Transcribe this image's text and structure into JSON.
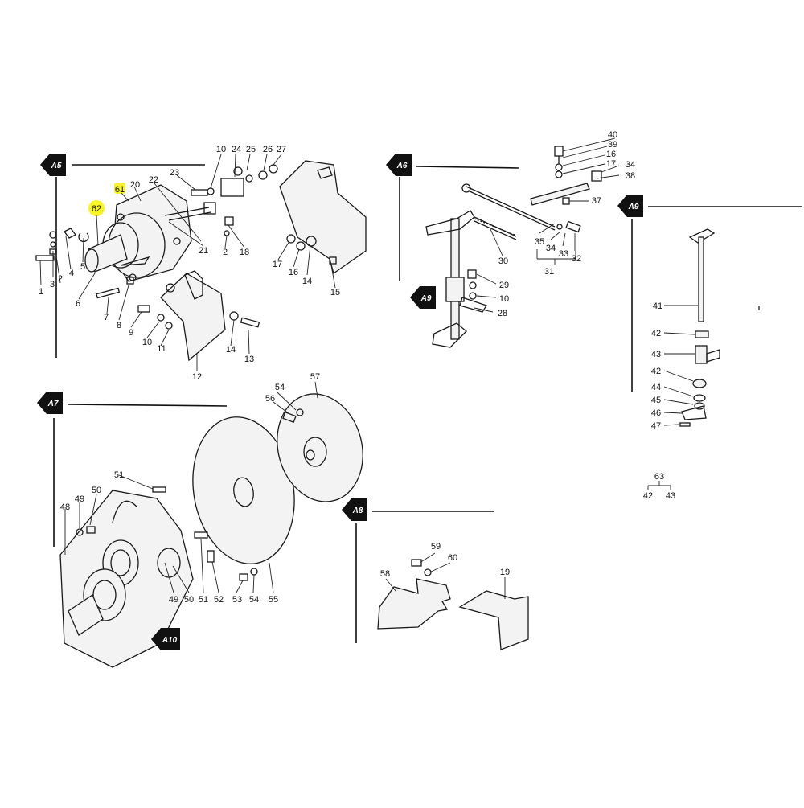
{
  "sections": {
    "a5": {
      "tag": "A5"
    },
    "a6": {
      "tag": "A6"
    },
    "a9_top": {
      "tag": "A9"
    },
    "a9_inline": {
      "tag": "A9"
    },
    "a7": {
      "tag": "A7"
    },
    "a8": {
      "tag": "A8"
    },
    "a10": {
      "tag": "A10"
    }
  },
  "highlighted_callouts": [
    "61",
    "62"
  ],
  "highlight_color": "#f7f200",
  "callouts": {
    "c1": "1",
    "c2": "2",
    "c3": "3",
    "c4": "4",
    "c5": "5",
    "c6": "6",
    "c7": "7",
    "c8": "8",
    "c9": "9",
    "c10": "10",
    "c11": "11",
    "c12": "12",
    "c13": "13",
    "c14": "14",
    "c15": "15",
    "c16": "16",
    "c17": "17",
    "c18": "18",
    "c2b": "2",
    "c21": "21",
    "c22": "22",
    "c23": "23",
    "c20": "20",
    "c61": "61",
    "c62": "62",
    "c10t": "10",
    "c24": "24",
    "c25": "25",
    "c26": "26",
    "c27": "27",
    "c10m": "10",
    "c14b": "14",
    "c40": "40",
    "c39": "39",
    "c16t": "16",
    "c17t": "17",
    "c34t": "34",
    "c38": "38",
    "c37": "37",
    "c35": "35",
    "c34": "34",
    "c33": "33",
    "c32": "32",
    "c31": "31",
    "c30": "30",
    "c29": "29",
    "c10r": "10",
    "c28": "28",
    "c41": "41",
    "c42a": "42",
    "c43": "43",
    "c42b": "42",
    "c44": "44",
    "c45": "45",
    "c46": "46",
    "c47": "47",
    "c63": "63",
    "c42c": "42",
    "c43c": "43",
    "c54t": "54",
    "c57": "57",
    "c56": "56",
    "c51t": "51",
    "c48": "48",
    "c49t": "49",
    "c50t": "50",
    "c49": "49",
    "c50": "50",
    "c51": "51",
    "c52": "52",
    "c53": "53",
    "c54": "54",
    "c55": "55",
    "c59": "59",
    "c60": "60",
    "c58": "58",
    "c19": "19"
  }
}
